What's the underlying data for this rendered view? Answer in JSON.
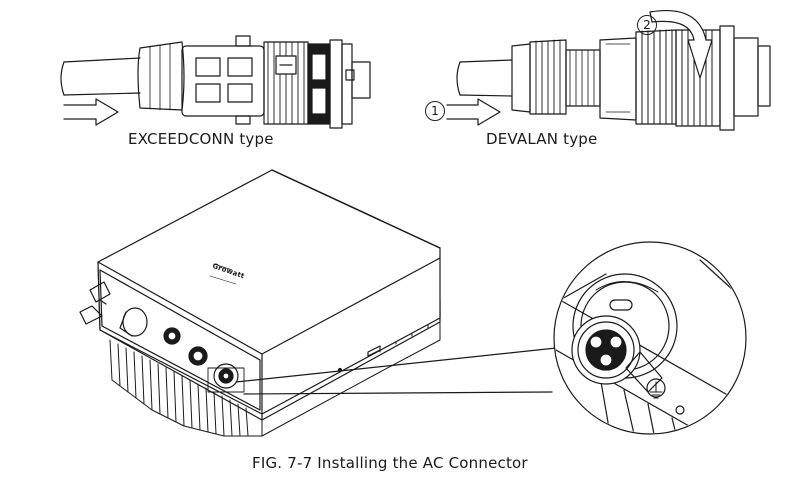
{
  "labels": {
    "exceedconn": "EXCEEDCONN type",
    "devalan": "DEVALAN type",
    "caption": "FIG. 7-7 Installing the AC Connector",
    "step1": "1",
    "step2": "2",
    "brand": "Growatt"
  }
}
